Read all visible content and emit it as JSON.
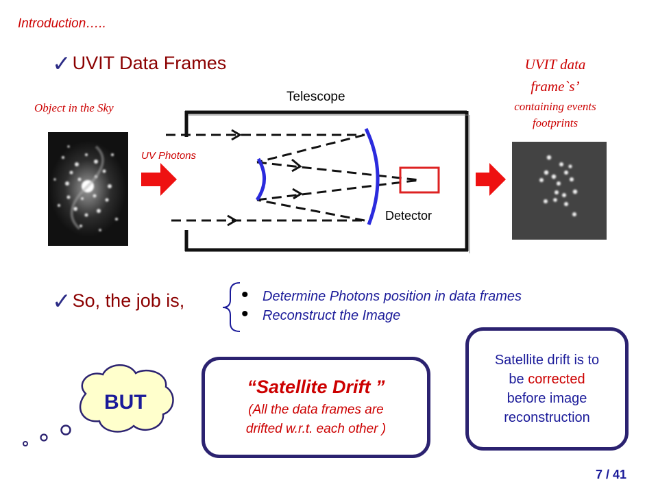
{
  "slide": {
    "intro": "Introduction…..",
    "heading1": "UVIT Data Frames",
    "heading2": "So, the job is,",
    "page_number": "7 / 41"
  },
  "diagram": {
    "object_label": "Object in the Sky",
    "uvit_label_line1": "UVIT data",
    "uvit_label_line2": "frame`s’",
    "uvit_label_line3": "containing events",
    "uvit_label_line4": "footprints",
    "telescope_label": "Telescope",
    "detector_label": "Detector",
    "uv_photons_label": "UV Photons"
  },
  "job": {
    "bullets": [
      "Determine Photons position in data frames",
      "Reconstruct the Image"
    ]
  },
  "callouts": {
    "but": "BUT",
    "drift_title": "“Satellite Drift ”",
    "drift_line1": "(All the data frames are",
    "drift_line2": "drifted w.r.t. each other )",
    "corrected_1": "Satellite drift is to",
    "corrected_2": "be ",
    "corrected_3": "corrected",
    "corrected_4": "before image",
    "corrected_5": "reconstruction"
  },
  "colors": {
    "accent_red": "#cc0000",
    "heading_maroon": "#8b0000",
    "navy": "#2b2270",
    "text_blue": "#1a1a99",
    "cloud_fill": "#ffffcc"
  }
}
